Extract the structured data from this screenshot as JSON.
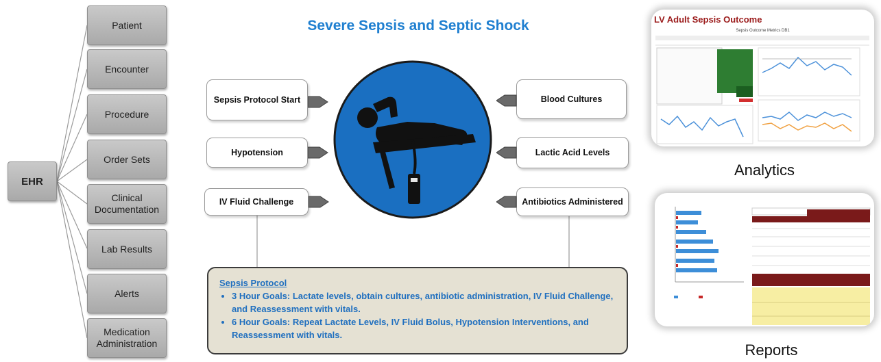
{
  "title": "Severe Sepsis and Septic Shock",
  "ehr": "EHR",
  "ehr_items": [
    "Patient",
    "Encounter",
    "Procedure",
    "Order Sets",
    "Clinical Documentation",
    "Lab Results",
    "Alerts",
    "Medication Administration"
  ],
  "left_inputs": [
    "Sepsis Protocol Start",
    "Hypotension",
    "IV Fluid Challenge"
  ],
  "right_inputs": [
    "Blood Cultures",
    "Lactic Acid Levels",
    "Antibiotics Administered"
  ],
  "protocol": {
    "heading": "Sepsis Protocol",
    "items": [
      "3 Hour Goals: Lactate levels, obtain cultures, antibiotic administration, IV Fluid Challenge,  and Reassessment with vitals.",
      "6 Hour Goals:  Repeat Lactate Levels, IV Fluid Bolus, Hypotension Interventions, and Reassessment with vitals."
    ]
  },
  "analytics": {
    "caption": "Analytics",
    "dashboard_title": "LV Adult Sepsis Outcome",
    "dashboard_subtitle": "Sepsis Outcome Metrics DB1"
  },
  "reports": {
    "caption": "Reports"
  },
  "colors": {
    "title_blue": "#1f7fd0",
    "circle_blue": "#1a6fc1",
    "protocol_text": "#1f6fbf",
    "dashboard_title": "#9b1b1b",
    "report_header": "#7a1a1a"
  },
  "icons": [
    "patient-lying-icon",
    "iv-bag-icon"
  ]
}
